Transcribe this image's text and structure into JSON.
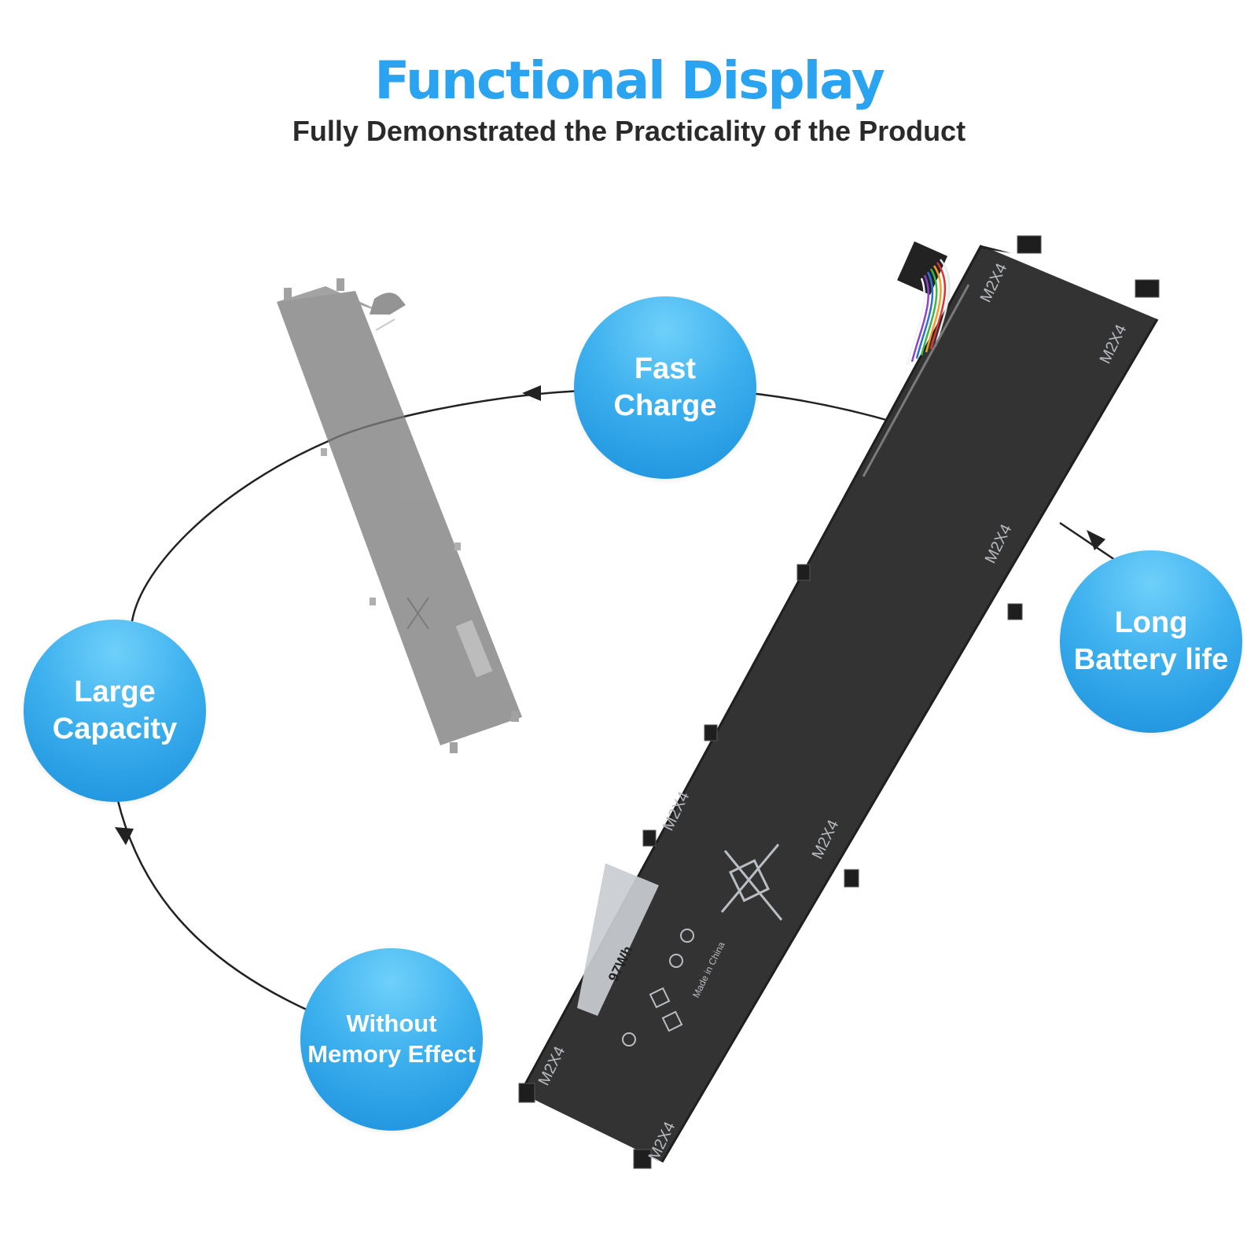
{
  "header": {
    "title": "Functional Display",
    "subtitle": "Fully Demonstrated the Practicality of the Product"
  },
  "features": [
    {
      "lines": [
        "Fast",
        "Charge"
      ]
    },
    {
      "lines": [
        "Long",
        "Battery life"
      ]
    },
    {
      "lines": [
        "Large",
        "Capacity"
      ]
    },
    {
      "lines": [
        "Without",
        "Memory Effect"
      ]
    }
  ],
  "battery": {
    "screw_label": "M2X4",
    "capacity_label": "97Wh",
    "origin_label": "Made in China"
  },
  "colors": {
    "title": "#2aa3f0",
    "bubble_light": "#6fd0fa",
    "bubble_dark": "#1a8fdc",
    "battery_body": "#333333",
    "battery_ghost": "#8a8a8a"
  }
}
